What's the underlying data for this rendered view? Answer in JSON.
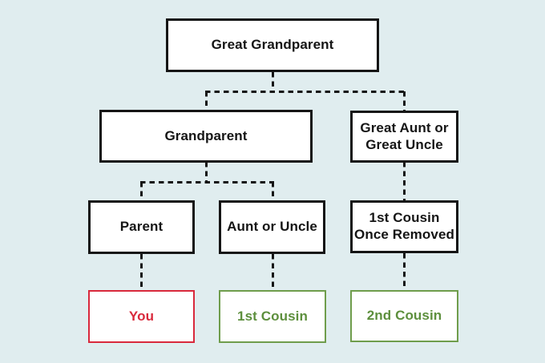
{
  "diagram": {
    "nodes": {
      "great_grandparent": {
        "label": "Great Grandparent"
      },
      "grandparent": {
        "label": "Grandparent"
      },
      "great_aunt_or_great_uncle": {
        "line1": "Great Aunt or",
        "line2": "Great Uncle"
      },
      "parent": {
        "label": "Parent"
      },
      "aunt_or_uncle": {
        "label": "Aunt or Uncle"
      },
      "first_cousin_once_removed": {
        "line1": "1st Cousin",
        "line2": "Once Removed"
      },
      "you": {
        "label": "You"
      },
      "first_cousin": {
        "label": "1st Cousin"
      },
      "second_cousin": {
        "label": "2nd Cousin"
      }
    },
    "colors": {
      "background": "#e0edef",
      "box_fill": "#ffffff",
      "box_border_default": "#151515",
      "text_default": "#151515",
      "highlight_red": "#d9293c",
      "highlight_green_border": "#6f9d4c",
      "highlight_green_text": "#5d8f3d",
      "connector": "#151515"
    }
  }
}
